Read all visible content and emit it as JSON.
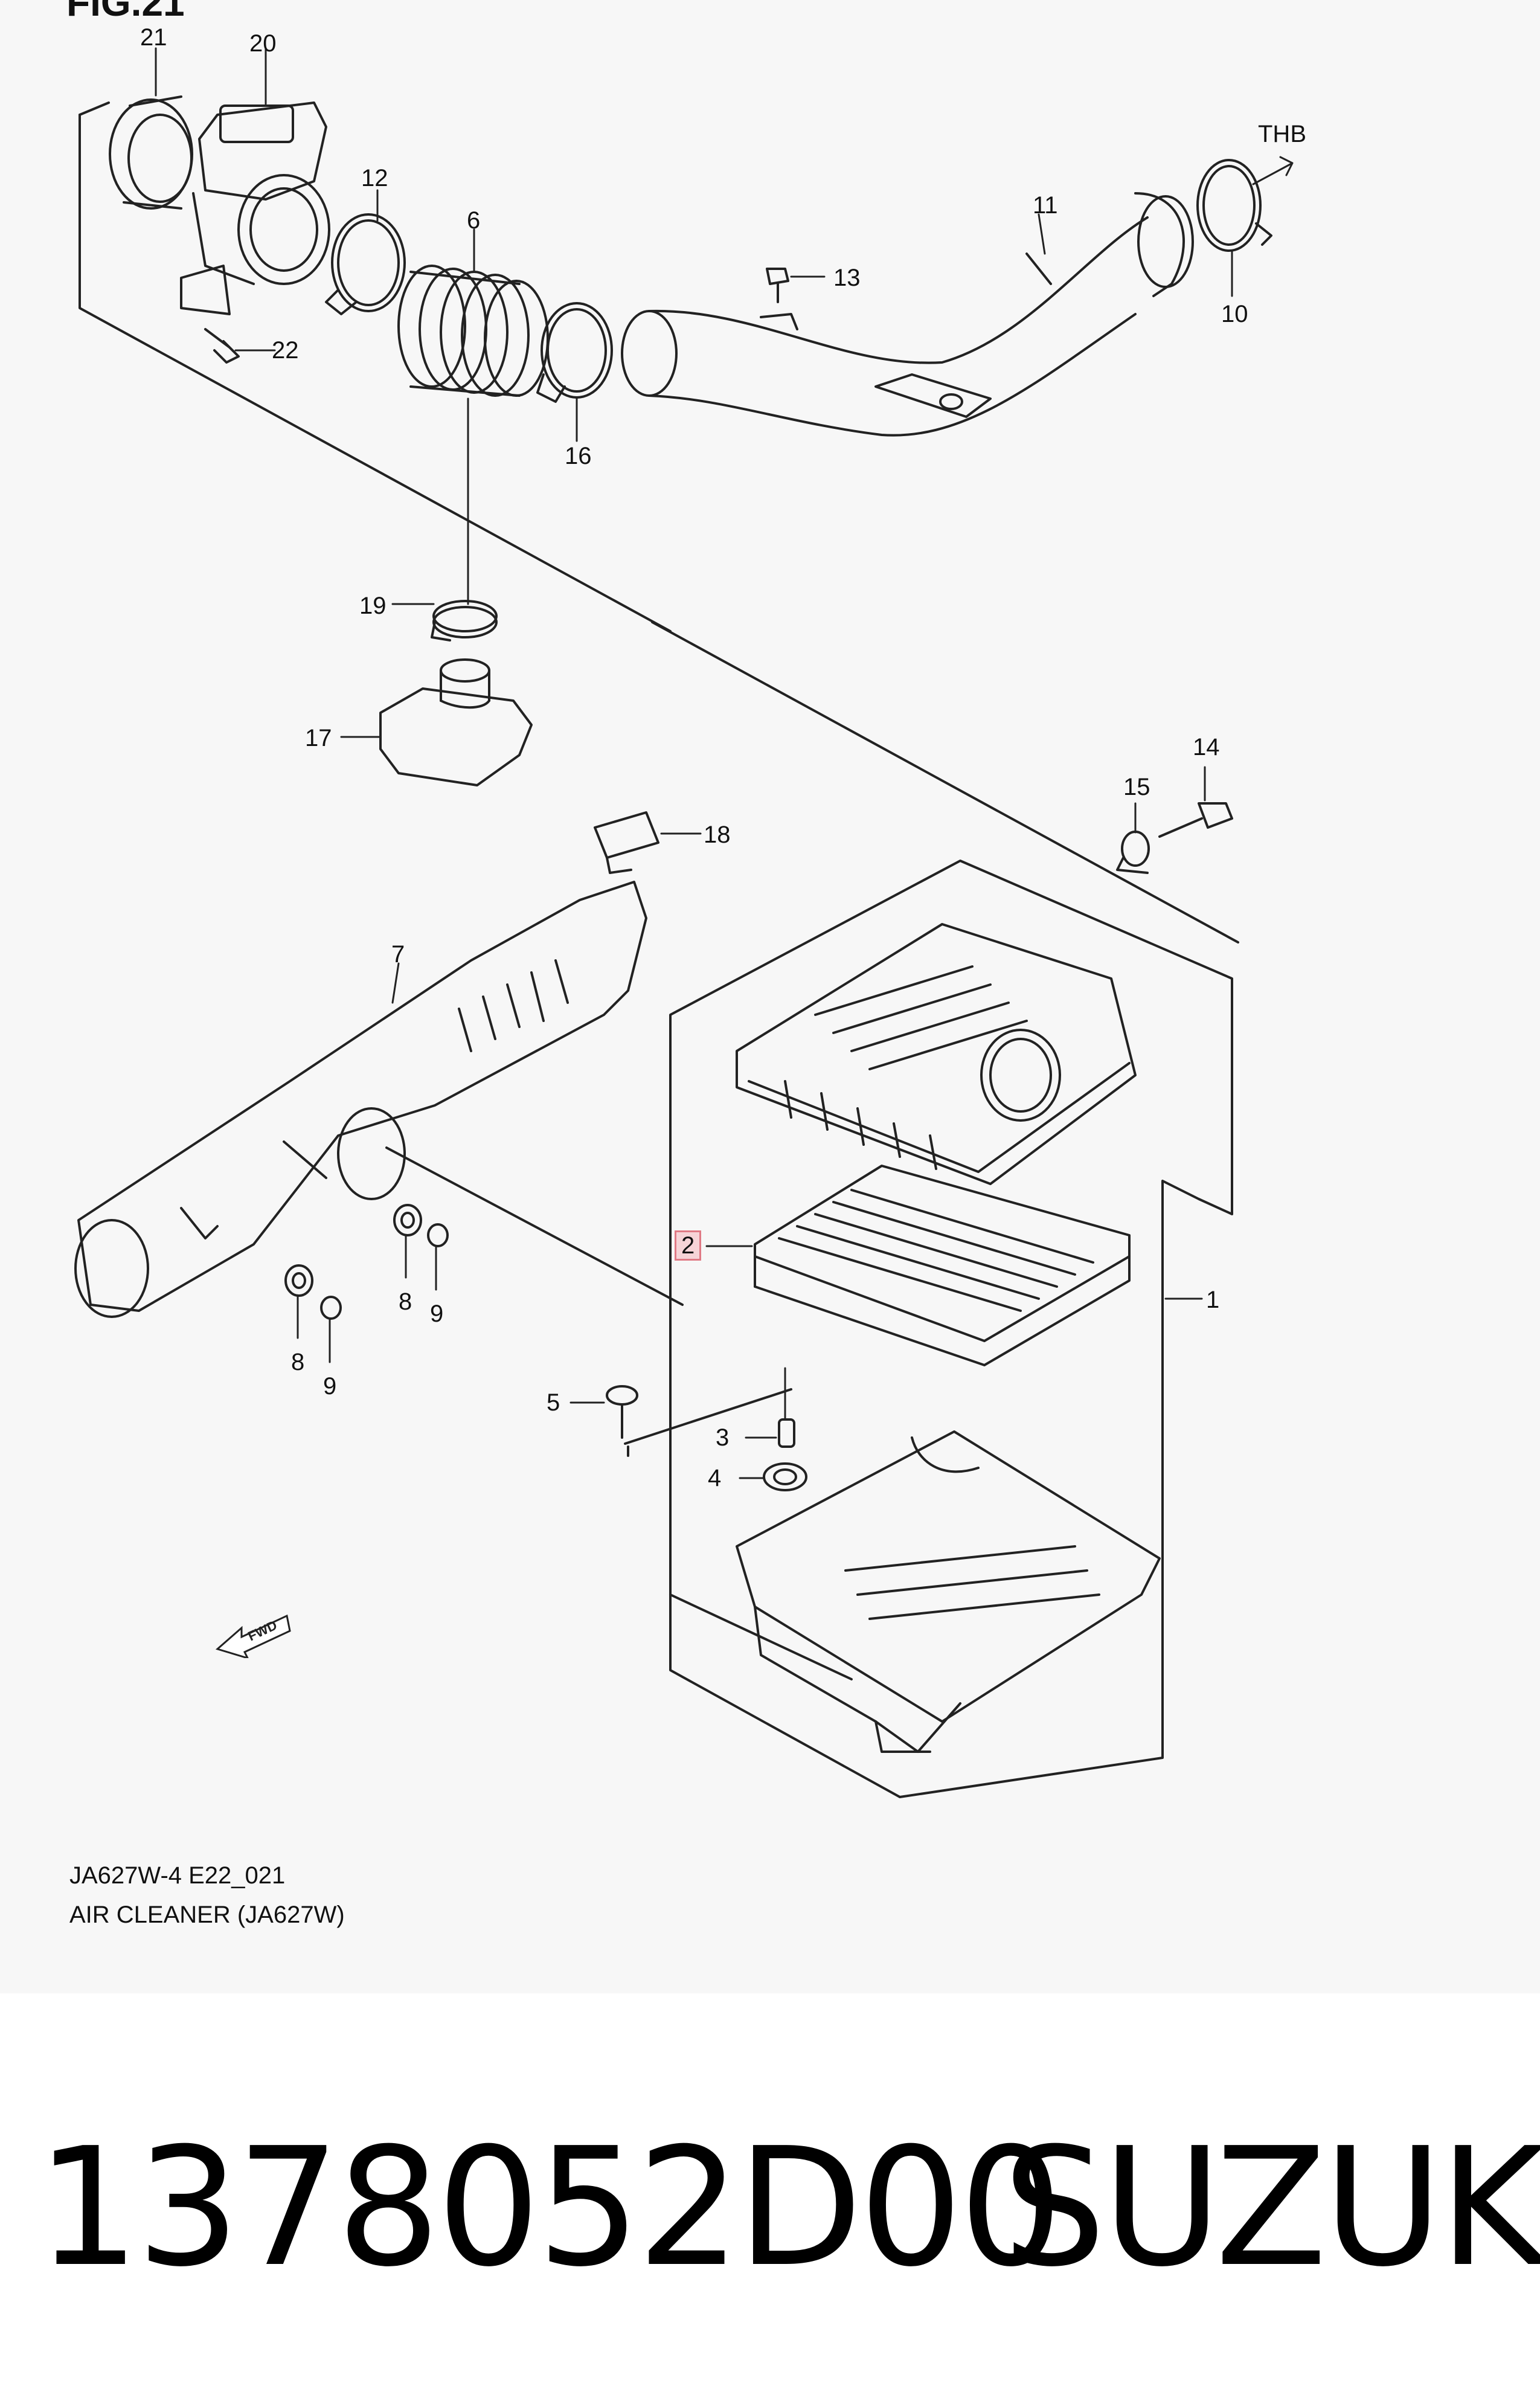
{
  "figure": {
    "title": "FIG.21",
    "callouts": {
      "p1": "1",
      "p2": "2",
      "p3": "3",
      "p4": "4",
      "p5": "5",
      "p6": "6",
      "p7": "7",
      "p8a": "8",
      "p8b": "8",
      "p9a": "9",
      "p9b": "9",
      "p10": "10",
      "p11": "11",
      "p12": "12",
      "p13": "13",
      "p14": "14",
      "p15": "15",
      "p16": "16",
      "p17": "17",
      "p18": "18",
      "p19": "19",
      "p20": "20",
      "p21": "21",
      "p22": "22"
    },
    "direction_label": "THB",
    "fwd_label": "FWD",
    "highlighted_callout": "2",
    "highlight_color": "#e07a85",
    "caption_code": "JA627W-4 E22_021",
    "caption_title": "AIR CLEANER (JA627W)"
  },
  "product": {
    "part_number": "1378052D00",
    "brand": "SUZUKI"
  }
}
